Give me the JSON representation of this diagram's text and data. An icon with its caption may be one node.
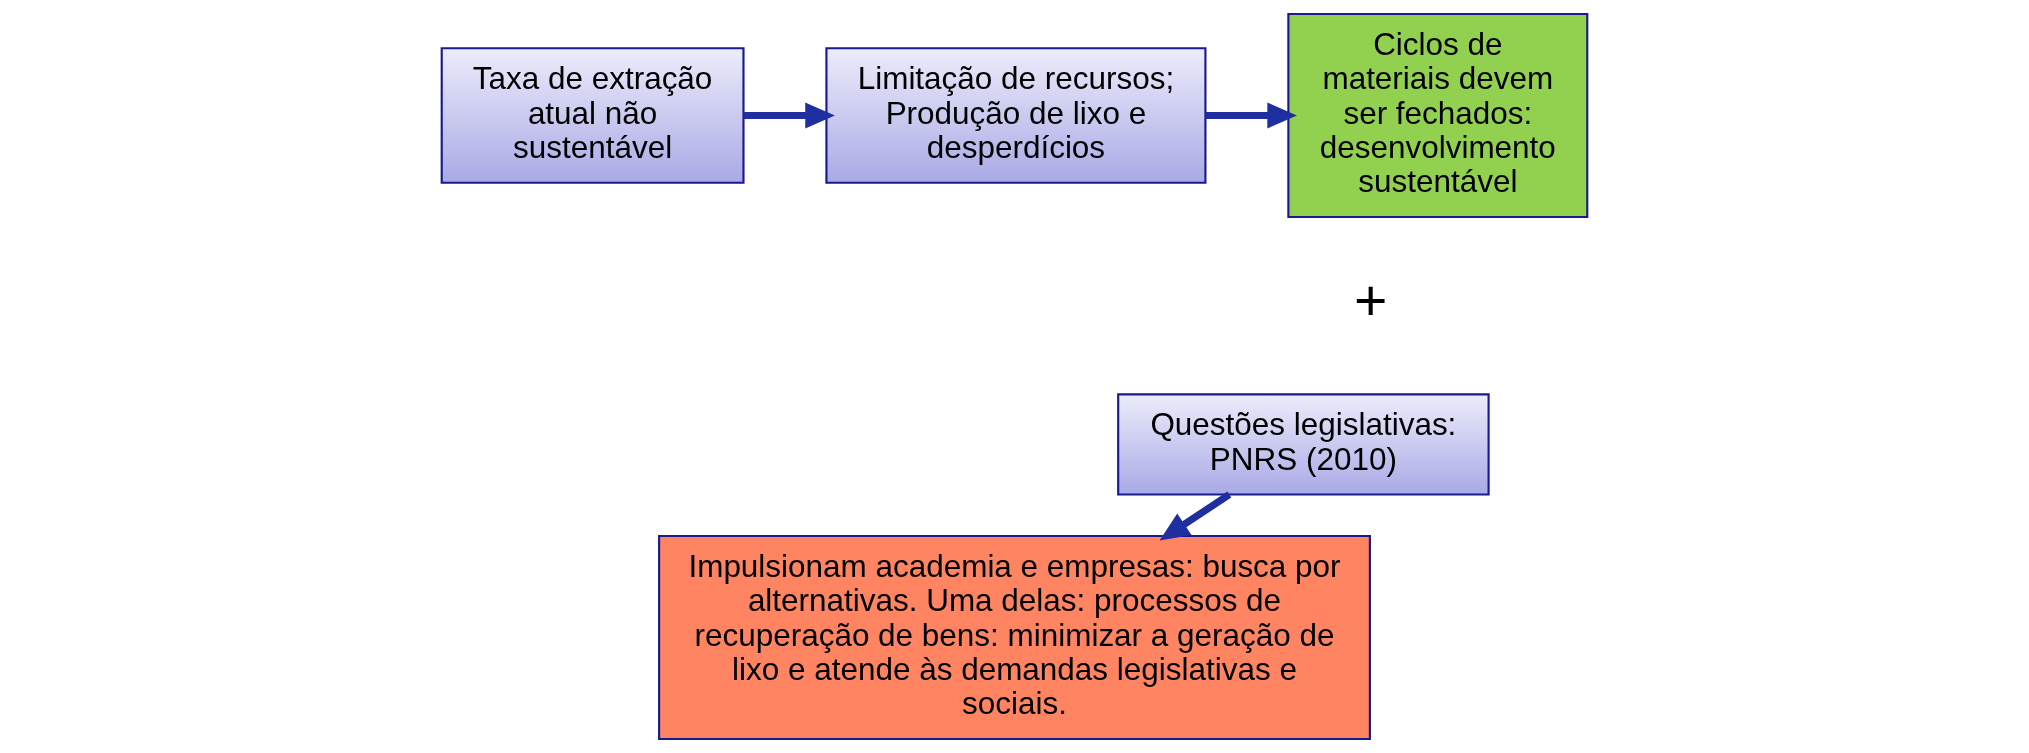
{
  "diagram": {
    "nodes": [
      {
        "text": [
          "Taxa de extração atual não sustentável"
        ]
      },
      {
        "text": [
          "Limitação de recursos; Produção de lixo e desperdícios"
        ]
      },
      {
        "text": [
          "Ciclos de materiais devem ser fechados: desenvolvimento sustentável"
        ]
      },
      {
        "text": [
          "Questões legislativas: PNRS (2010)"
        ]
      },
      {
        "text": [
          "Impulsionam academia e empresas: busca por alternativas. Uma delas: processos de recuperação de bens: minimizar a geração de lixo e atende às demandas legislativas e sociais."
        ]
      }
    ],
    "edges": [
      {
        "from": 0,
        "to": 1,
        "arrow": "to"
      },
      {
        "from": 1,
        "to": 2,
        "arrow": "to"
      },
      {
        "from": 3,
        "to": 4,
        "arrow": "to"
      }
    ],
    "labels": [
      "+"
    ]
  }
}
